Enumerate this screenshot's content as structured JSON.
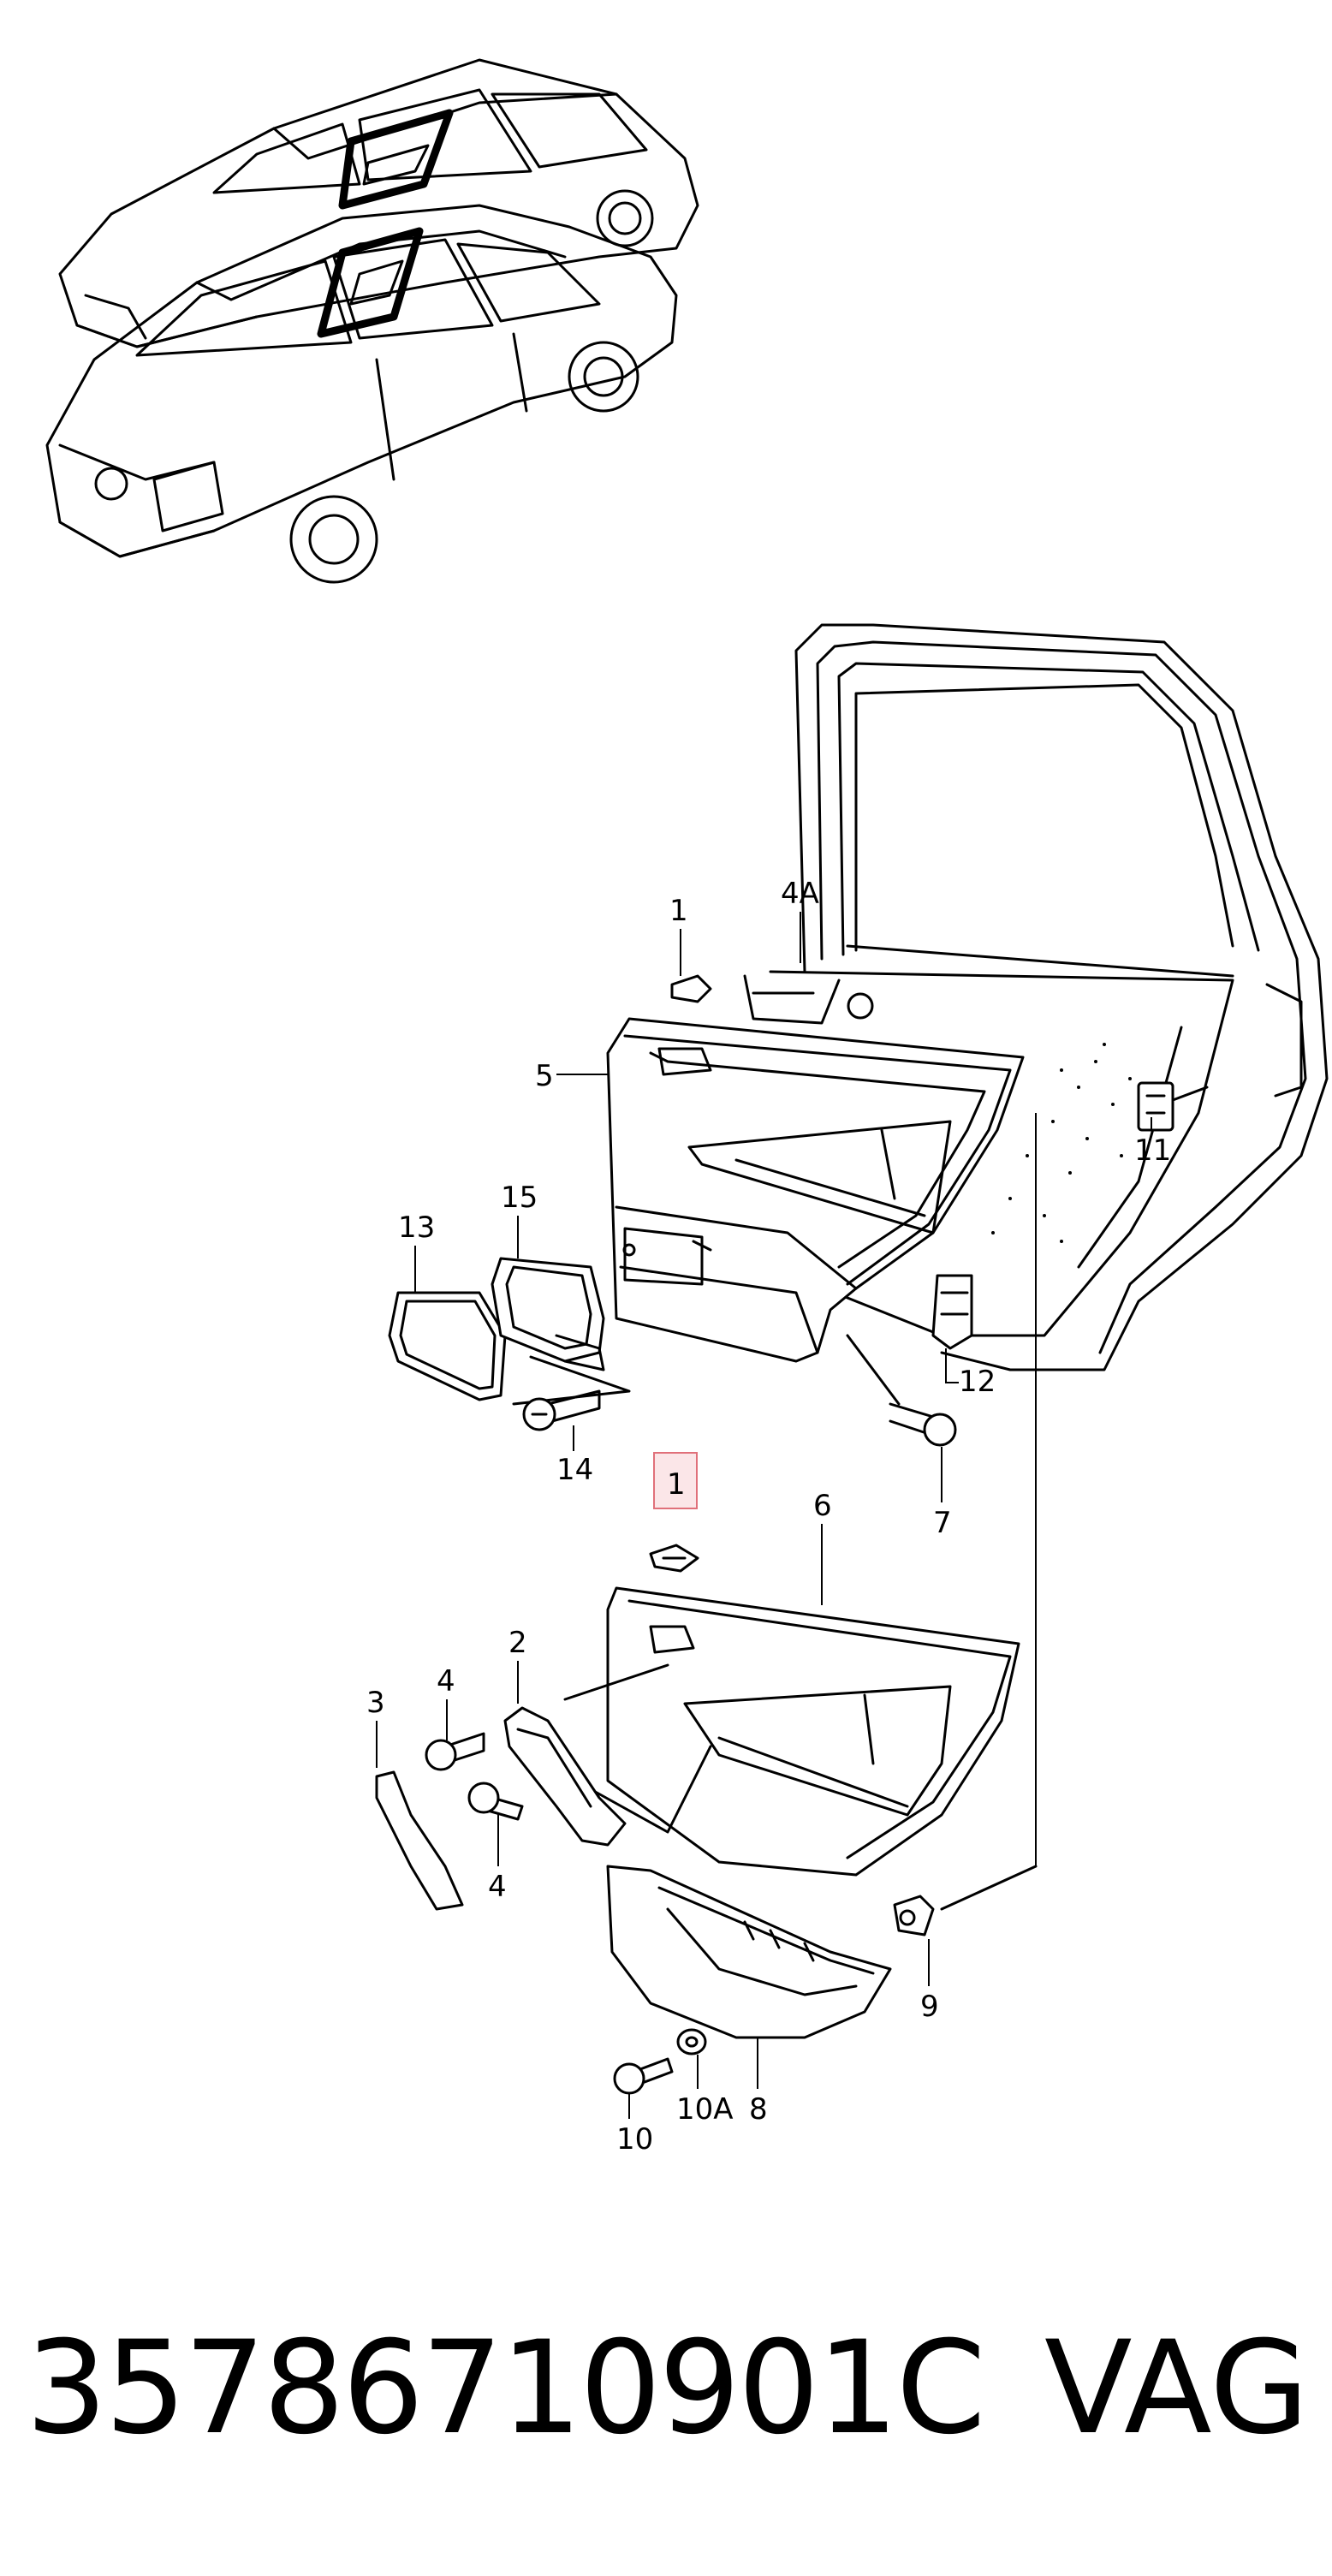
{
  "footer": {
    "part_number": "35786710901C",
    "brand": "VAG"
  },
  "callouts": {
    "c1_top": "1",
    "c4A": "4A",
    "c5": "5",
    "c11": "11",
    "c13": "13",
    "c15": "15",
    "c14": "14",
    "c12": "12",
    "c7": "7",
    "c1_highlight": "1",
    "c6": "6",
    "c2": "2",
    "c3": "3",
    "c4_a": "4",
    "c4_b": "4",
    "c9": "9",
    "c8": "8",
    "c10": "10",
    "c10A": "10A"
  },
  "colors": {
    "highlight_stroke": "#e0707a",
    "highlight_fill": "#fbe6e8",
    "line": "#000000"
  }
}
